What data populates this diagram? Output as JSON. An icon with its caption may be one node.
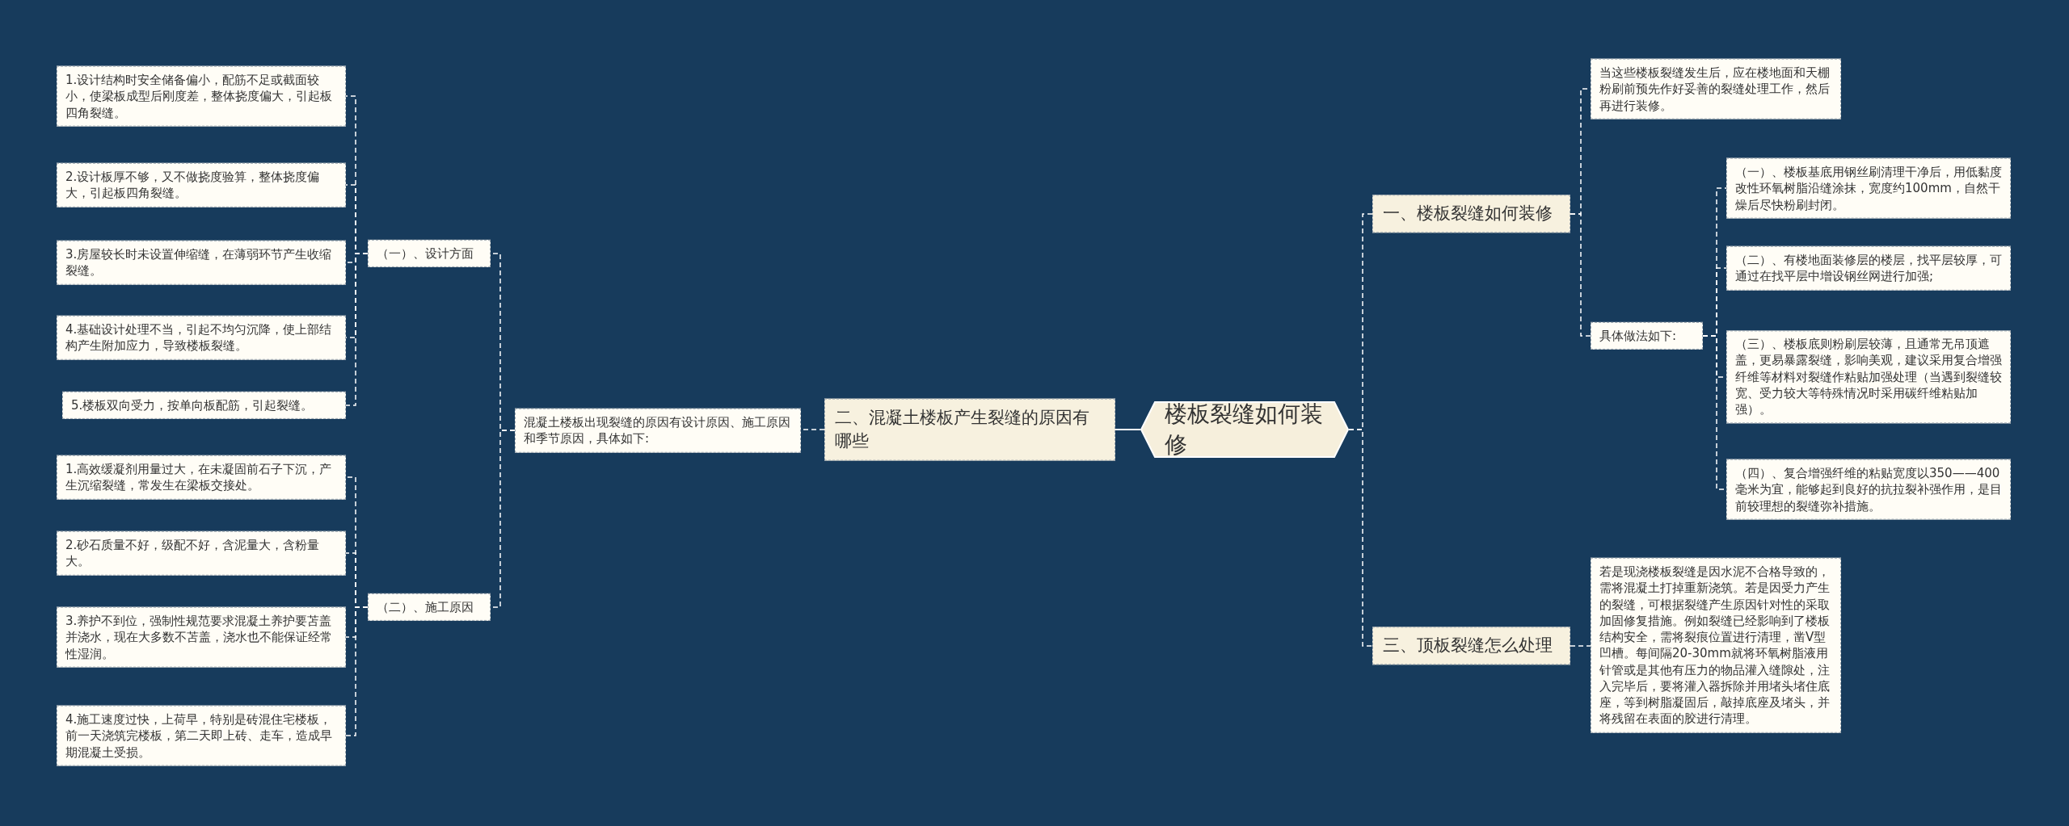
{
  "diagram": {
    "nodes": [
      {
        "text": [
          "楼板裂缝如何装修"
        ]
      },
      {
        "text": [
          "二、混凝土楼板产生裂缝的原因有哪些"
        ]
      },
      {
        "text": [
          "混凝土楼板出现裂缝的原因有设计原因、施工原因和季节原因，具体如下:"
        ]
      },
      {
        "text": [
          "（一）、设计方面"
        ]
      },
      {
        "text": [
          "1.设计结构时安全储备偏小，配筋不足或截面较小，使梁板成型后刚度差，整体挠度偏大，引起板四角裂缝。"
        ]
      },
      {
        "text": [
          "2.设计板厚不够，又不做挠度验算，整体挠度偏大，引起板四角裂缝。"
        ]
      },
      {
        "text": [
          "3.房屋较长时未设置伸缩缝，在薄弱环节产生收缩裂缝。"
        ]
      },
      {
        "text": [
          "4.基础设计处理不当，引起不均匀沉降，使上部结构产生附加应力，导致楼板裂缝。"
        ]
      },
      {
        "text": [
          "5.楼板双向受力，按单向板配筋，引起裂缝。"
        ]
      },
      {
        "text": [
          "（二）、施工原因"
        ]
      },
      {
        "text": [
          "1.高效缓凝剂用量过大，在未凝固前石子下沉，产生沉缩裂缝，常发生在梁板交接处。"
        ]
      },
      {
        "text": [
          "2.砂石质量不好，级配不好，含泥量大，含粉量大。"
        ]
      },
      {
        "text": [
          "3.养护不到位，强制性规范要求混凝土养护要苫盖并浇水，现在大多数不苫盖，浇水也不能保证经常性湿润。"
        ]
      },
      {
        "text": [
          "4.施工速度过快，上荷早，特别是砖混住宅楼板，前一天浇筑完楼板，第二天即上砖、走车，造成早期混凝土受损。"
        ]
      },
      {
        "text": [
          "一、楼板裂缝如何装修"
        ]
      },
      {
        "text": [
          "当这些楼板裂缝发生后，应在楼地面和天棚粉刷前预先作好妥善的裂缝处理工作，然后再进行装修。"
        ]
      },
      {
        "text": [
          "具体做法如下:"
        ]
      },
      {
        "text": [
          "（一）、楼板基底用钢丝刷清理干净后，用低黏度改性环氧树脂沿缝涂抹，宽度约100mm，自然干燥后尽快粉刷封闭。"
        ]
      },
      {
        "text": [
          "（二）、有楼地面装修层的楼层，找平层较厚，可通过在找平层中增设钢丝网进行加强;"
        ]
      },
      {
        "text": [
          "（三）、楼板底则粉刷层较薄，且通常无吊顶遮盖，更易暴露裂缝，影响美观，建议采用复合增强纤维等材料对裂缝作粘贴加强处理（当遇到裂缝较宽、受力较大等特殊情况时采用碳纤维粘贴加强）。"
        ]
      },
      {
        "text": [
          "（四）、复合增强纤维的粘贴宽度以350——400毫米为宜，能够起到良好的抗拉裂补强作用，是目前较理想的裂缝弥补措施。"
        ]
      },
      {
        "text": [
          "三、顶板裂缝怎么处理"
        ]
      },
      {
        "text": [
          "若是现浇楼板裂缝是因水泥不合格导致的，需将混凝土打掉重新浇筑。若是因受力产生的裂缝，可根据裂缝产生原因针对性的采取加固修复措施。例如裂缝已经影响到了楼板结构安全，需将裂痕位置进行清理，凿V型凹槽。每间隔20-30mm就将环氧树脂液用针管或是其他有压力的物品灌入缝隙处，注入完毕后，要将灌入器拆除并用堵头堵住底座，等到树脂凝固后，敲掉底座及堵头，并将残留在表面的胶进行清理。"
        ]
      }
    ],
    "edges": [
      {
        "from": 0,
        "to": 1,
        "arrow": "none"
      },
      {
        "from": 1,
        "to": 2,
        "arrow": "none",
        "style": "dashed"
      },
      {
        "from": 2,
        "to": 3,
        "arrow": "none",
        "style": "dashed"
      },
      {
        "from": 2,
        "to": 9,
        "arrow": "none",
        "style": "dashed"
      },
      {
        "from": 3,
        "to": 4,
        "arrow": "none",
        "style": "dashed"
      },
      {
        "from": 3,
        "to": 5,
        "arrow": "none",
        "style": "dashed"
      },
      {
        "from": 3,
        "to": 6,
        "arrow": "none",
        "style": "dashed"
      },
      {
        "from": 3,
        "to": 7,
        "arrow": "none",
        "style": "dashed"
      },
      {
        "from": 3,
        "to": 8,
        "arrow": "none",
        "style": "dashed"
      },
      {
        "from": 9,
        "to": 10,
        "arrow": "none",
        "style": "dashed"
      },
      {
        "from": 9,
        "to": 11,
        "arrow": "none",
        "style": "dashed"
      },
      {
        "from": 9,
        "to": 12,
        "arrow": "none",
        "style": "dashed"
      },
      {
        "from": 9,
        "to": 13,
        "arrow": "none",
        "style": "dashed"
      },
      {
        "from": 0,
        "to": 14,
        "arrow": "none",
        "style": "dashed"
      },
      {
        "from": 0,
        "to": 21,
        "arrow": "none",
        "style": "dashed"
      },
      {
        "from": 14,
        "to": 15,
        "arrow": "none",
        "style": "dashed"
      },
      {
        "from": 14,
        "to": 16,
        "arrow": "none",
        "style": "dashed"
      },
      {
        "from": 16,
        "to": 17,
        "arrow": "none",
        "style": "dashed"
      },
      {
        "from": 16,
        "to": 18,
        "arrow": "none",
        "style": "dashed"
      },
      {
        "from": 16,
        "to": 19,
        "arrow": "none",
        "style": "dashed"
      },
      {
        "from": 16,
        "to": 20,
        "arrow": "none",
        "style": "dashed"
      },
      {
        "from": 21,
        "to": 22,
        "arrow": "none",
        "style": "dashed"
      }
    ]
  }
}
